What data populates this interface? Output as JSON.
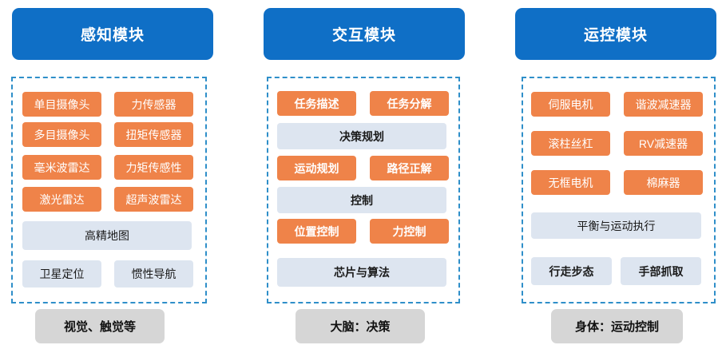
{
  "columns": [
    {
      "header": "感知模块",
      "tiles": [
        "单目摄像头",
        "力传感器",
        "多目摄像头",
        "扭矩传感器",
        "毫米波雷达",
        "力矩传感性",
        "激光雷达",
        "超声波雷达",
        "高精地图",
        "卫星定位",
        "惯性导航"
      ],
      "footer": "视觉、触觉等"
    },
    {
      "header": "交互模块",
      "tiles": [
        "任务描述",
        "任务分解",
        "决策规划",
        "运动规划",
        "路径正解",
        "控制",
        "位置控制",
        "力控制",
        "芯片与算法"
      ],
      "footer": "大脑：决策"
    },
    {
      "header": "运控模块",
      "tiles": [
        "伺服电机",
        "谐波减速器",
        "滚柱丝杠",
        "RV减速器",
        "无框电机",
        "棉麻器",
        "平衡与运动执行",
        "行走步态",
        "手部抓取"
      ],
      "footer": "身体：运动控制"
    }
  ]
}
